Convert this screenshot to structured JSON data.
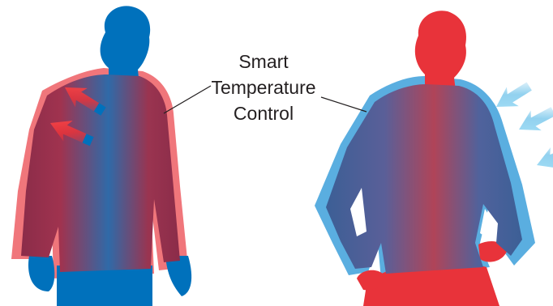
{
  "callout": {
    "line1": "Smart",
    "line2": "Temperature",
    "line3": "Control"
  },
  "colors": {
    "warm": "#e8333a",
    "cool": "#0071bc",
    "warm_glow": "#f0767b",
    "cool_glow": "#5aaee0",
    "arrow_light": "#9fdcf6",
    "background": "#ffffff",
    "text": "#231f20"
  }
}
